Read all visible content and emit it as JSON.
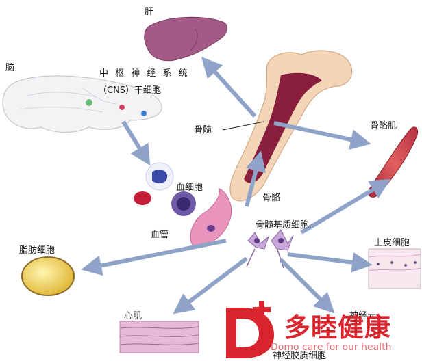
{
  "labels": {
    "liver": "肝",
    "brain": "脑",
    "cns_line1": "中 枢 神 经 系 统",
    "cns_line2": "（CNS）干细胞",
    "bone_marrow": "骨髓",
    "skeletal_muscle": "骨骼肌",
    "blood_cells": "血细胞",
    "bone": "骨骼",
    "blood_vessel": "血管",
    "marrow_stromal_cells": "骨髓基质细胞",
    "adipocyte": "脂肪细胞",
    "epithelial_cells": "上皮细胞",
    "cardiac_muscle": "心肌",
    "neuron": "神经元",
    "glial_cells": "神经胶质细胞"
  },
  "logo": {
    "cn": "多睦健康",
    "en": "Domo care for our health"
  },
  "colors": {
    "arrow": "#8fa3c8",
    "logo_red": "#d9262e",
    "bone": "#f3d6b7",
    "marrow": "#8a1f3d",
    "liver": "#a45a86",
    "muscle": "#c7414a"
  }
}
